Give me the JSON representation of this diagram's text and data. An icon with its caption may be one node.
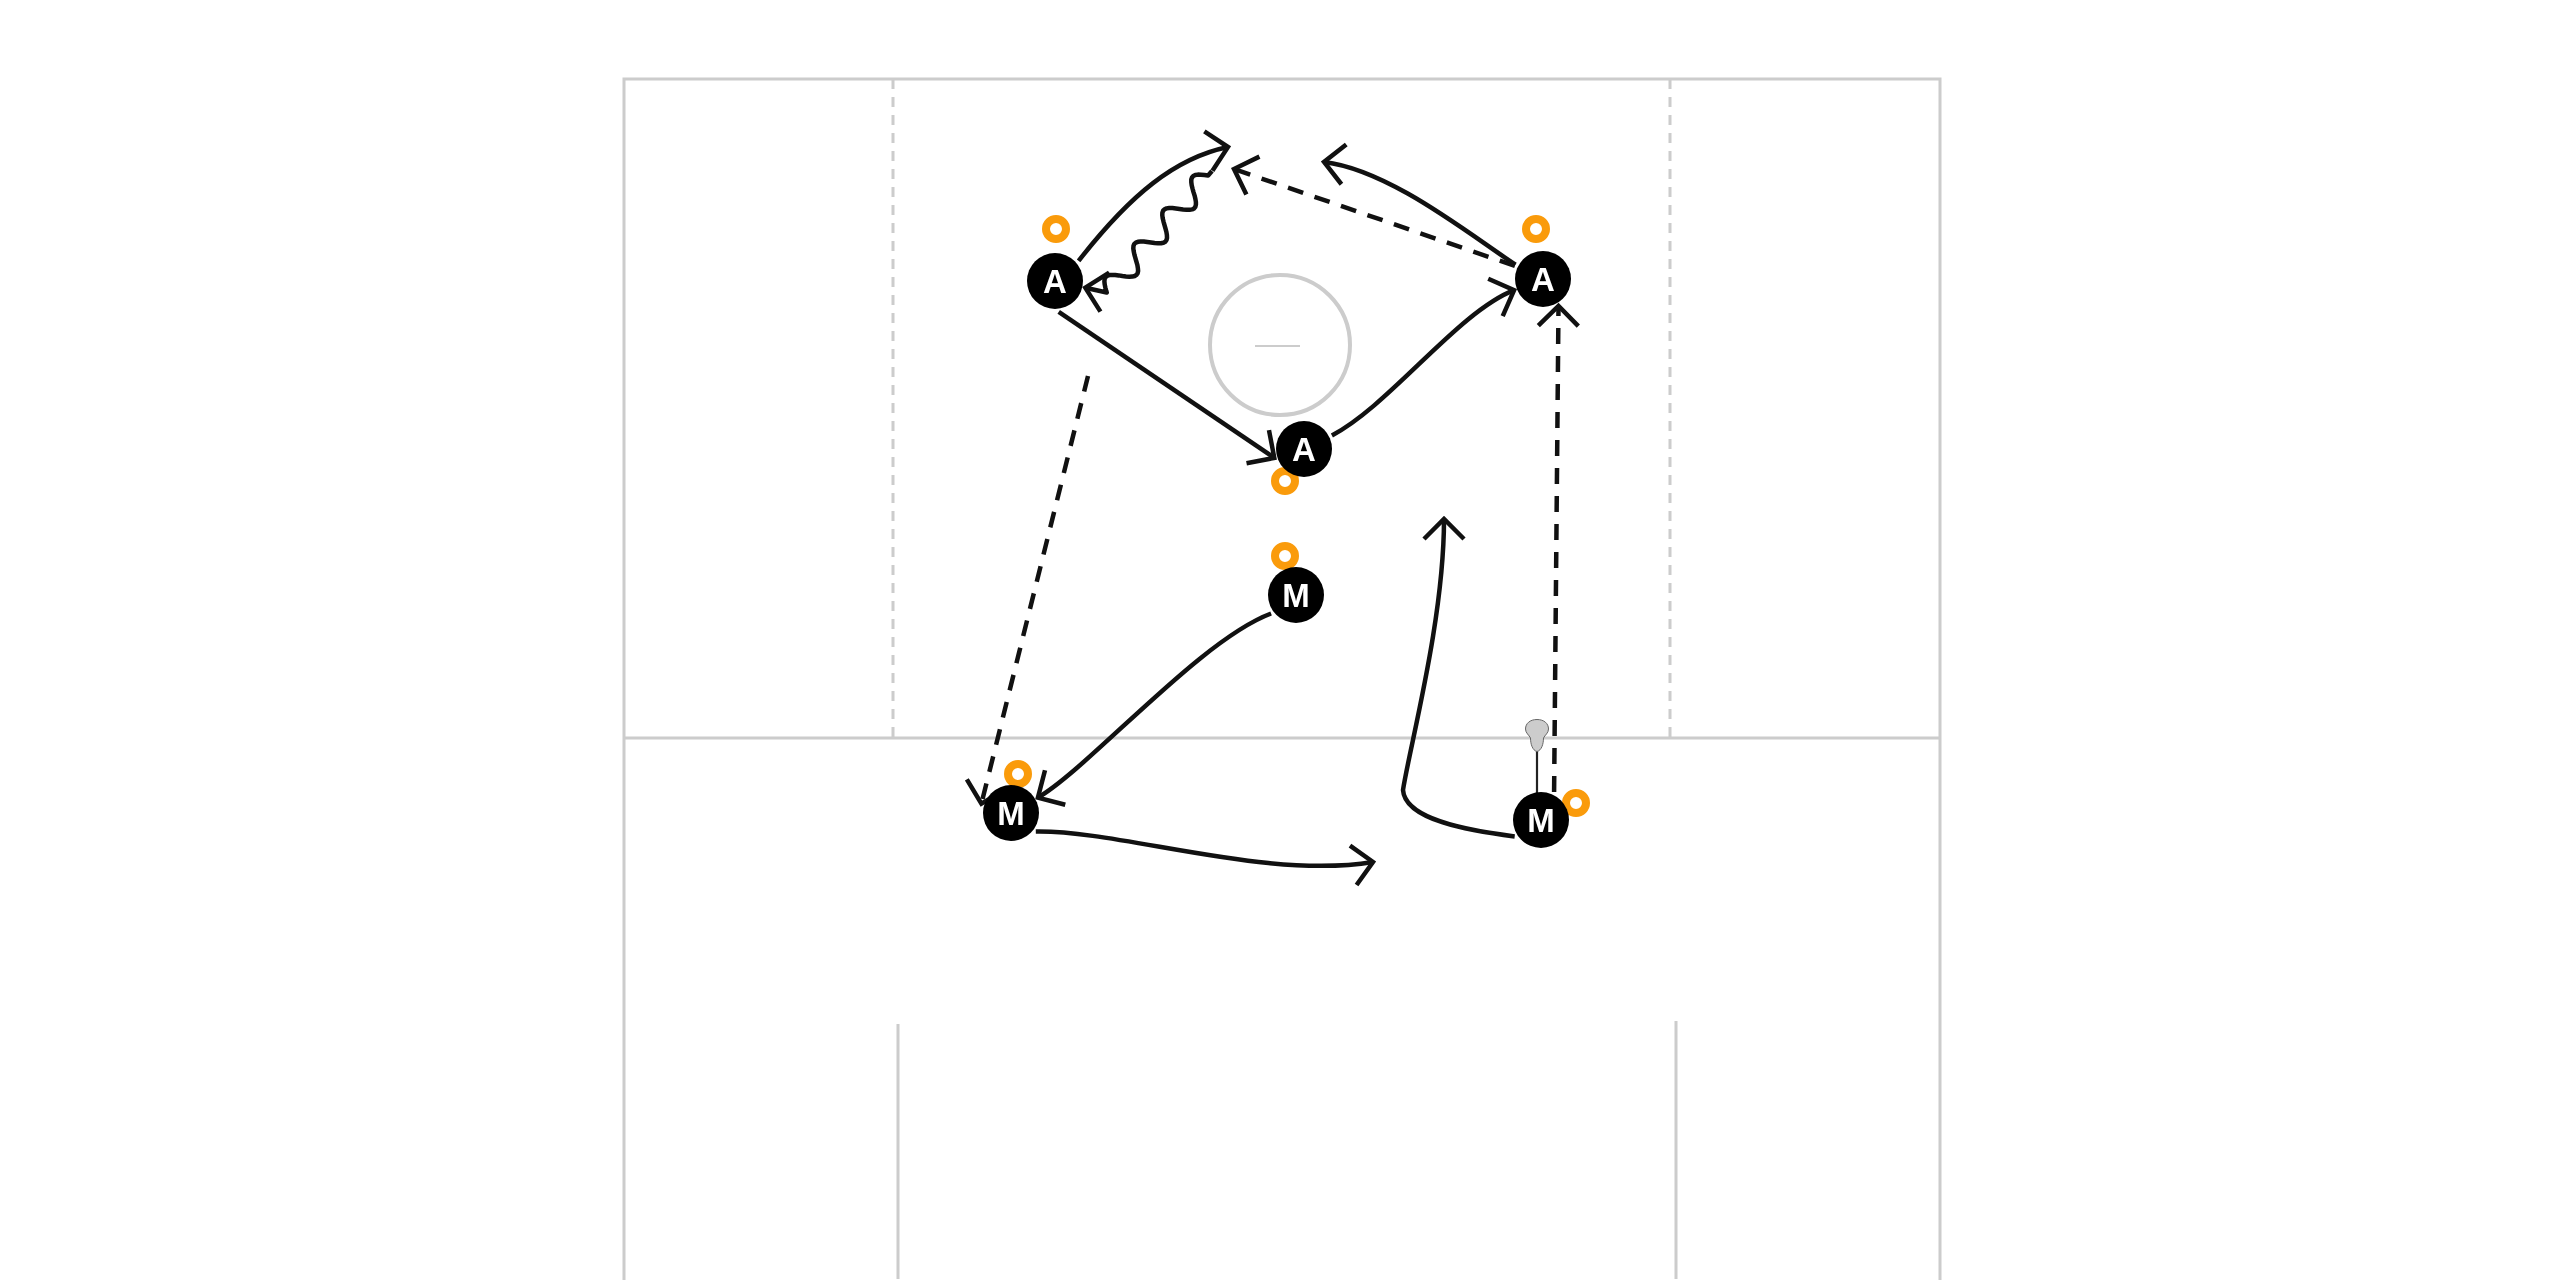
{
  "diagram": {
    "nodes": [
      {
        "text": [
          "A"
        ]
      },
      {
        "text": [
          "A"
        ]
      },
      {
        "text": [
          "A"
        ]
      },
      {
        "text": [
          "M"
        ]
      },
      {
        "text": [
          "M"
        ]
      },
      {
        "text": [
          "M"
        ]
      }
    ],
    "edges": [
      {
        "from": 0,
        "to": null,
        "arrow": "to"
      },
      {
        "from": 1,
        "to": null,
        "arrow": "to",
        "style": "dashed"
      },
      {
        "from": 1,
        "to": null,
        "arrow": "to"
      },
      {
        "from": null,
        "to": 0,
        "arrow": "to"
      },
      {
        "from": null,
        "to": 4,
        "arrow": "to",
        "style": "dashed"
      },
      {
        "from": 0,
        "to": 2,
        "arrow": "to"
      },
      {
        "from": 2,
        "to": 1,
        "arrow": "to"
      },
      {
        "from": 5,
        "to": 1,
        "arrow": "to",
        "style": "dashed"
      },
      {
        "from": 3,
        "to": 4,
        "arrow": "to"
      },
      {
        "from": 4,
        "to": null,
        "arrow": "to"
      },
      {
        "from": 5,
        "to": null,
        "arrow": "to"
      }
    ]
  }
}
